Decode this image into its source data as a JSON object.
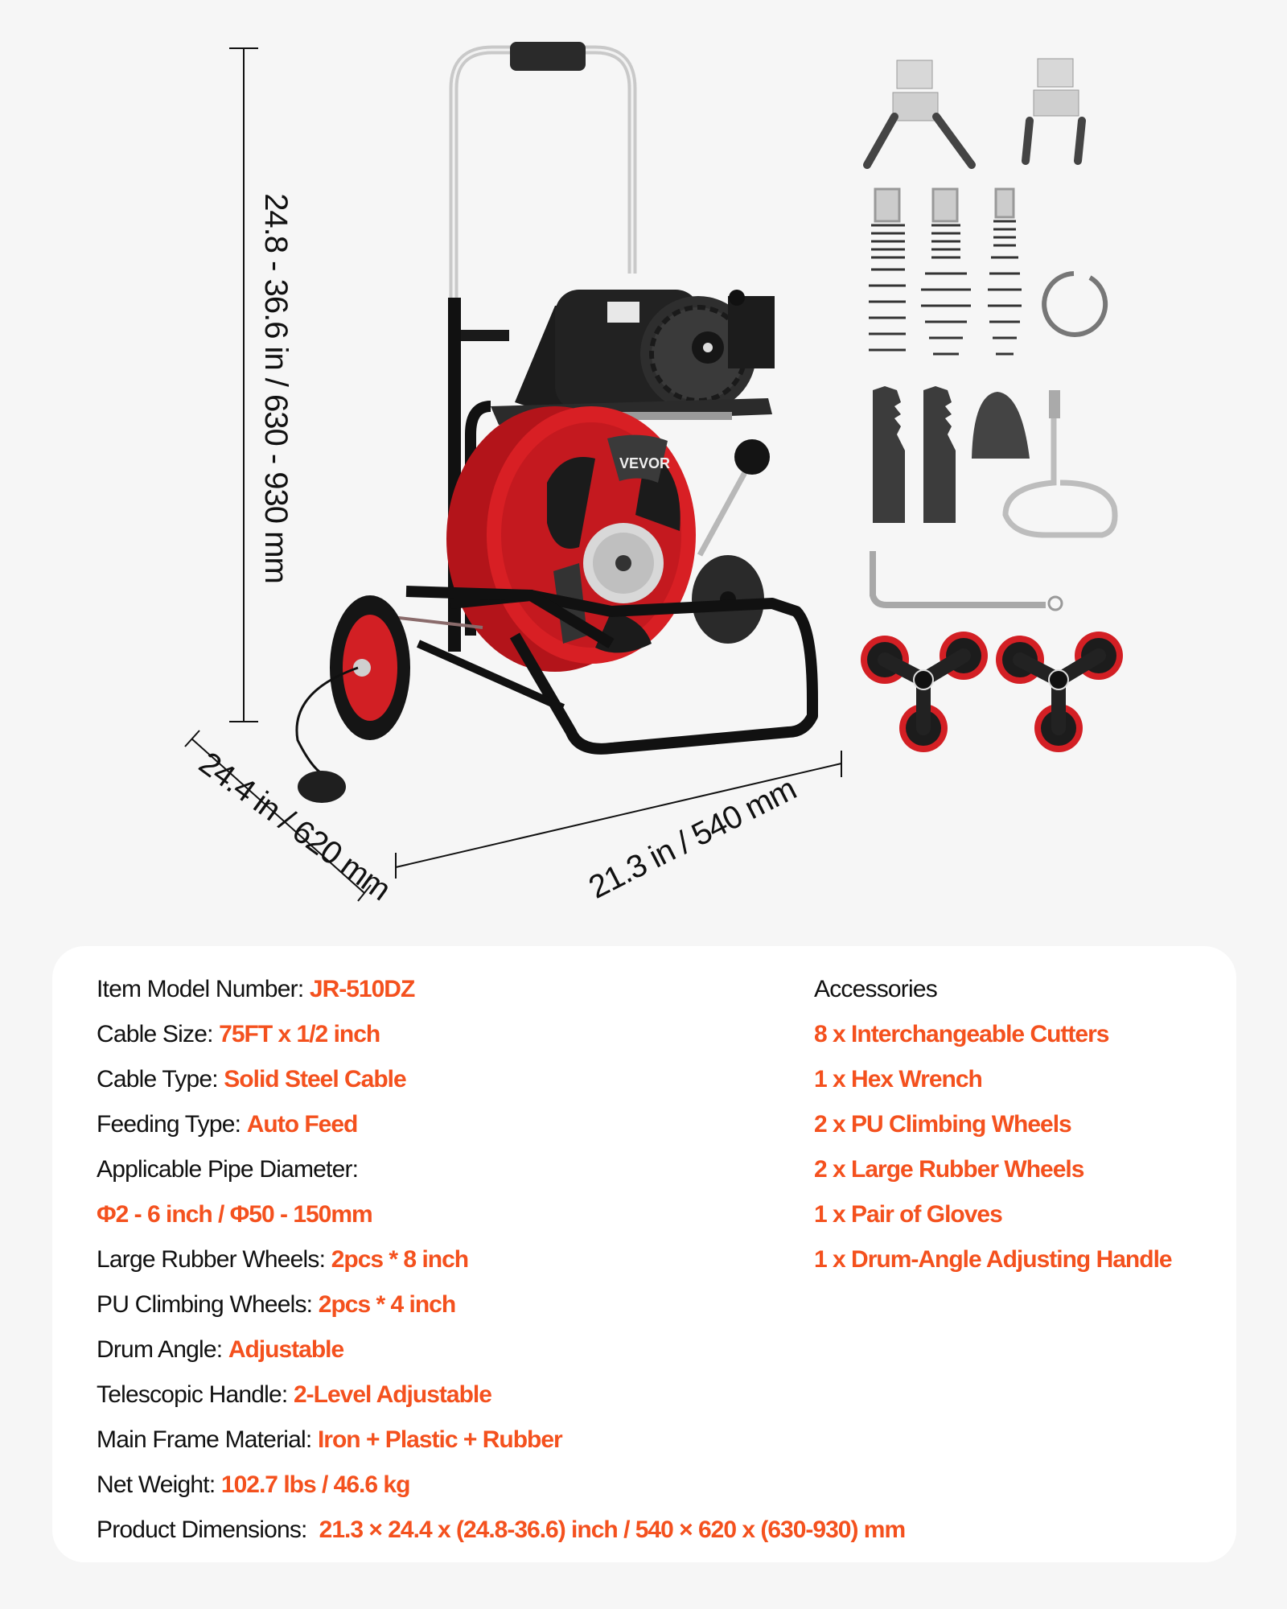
{
  "dimensions": {
    "height": "24.8 - 36.6 in / 630 - 930 mm",
    "depth": "24.4 in / 620 mm",
    "width": "21.3 in / 540 mm"
  },
  "product": {
    "brand_logo": "VEVOR",
    "name": "Drain cleaning machine with reel drum",
    "colors": {
      "drum": "#d01c1c",
      "frame": "#111111",
      "accent": "#f4511e"
    }
  },
  "accessory_images": [
    "two-prong-cutter",
    "u-cutter",
    "spring-auger-1",
    "spring-auger-2",
    "spring-auger-3",
    "c-cutter",
    "saw-blade-1",
    "saw-blade-2",
    "spade-cutter",
    "drum-angle-handle",
    "hex-wrench",
    "climbing-wheel-1",
    "climbing-wheel-2"
  ],
  "specs": [
    {
      "label": "Item Model Number: ",
      "value": "JR-510DZ"
    },
    {
      "label": "Cable Size: ",
      "value": "75FT x 1/2 inch"
    },
    {
      "label": "Cable Type: ",
      "value": "Solid Steel Cable"
    },
    {
      "label": "Feeding Type: ",
      "value": "Auto Feed"
    },
    {
      "label": "Applicable Pipe Diameter:",
      "value": ""
    },
    {
      "label": "",
      "value": "Φ2 - 6 inch / Φ50 - 150mm"
    },
    {
      "label": "Large Rubber Wheels: ",
      "value": "2pcs * 8 inch"
    },
    {
      "label": "PU Climbing Wheels: ",
      "value": "2pcs * 4 inch"
    },
    {
      "label": "Drum Angle: ",
      "value": "Adjustable"
    },
    {
      "label": "Telescopic Handle: ",
      "value": "2-Level Adjustable"
    },
    {
      "label": "Main Frame Material: ",
      "value": "Iron + Plastic + Rubber"
    },
    {
      "label": "Net Weight: ",
      "value": "102.7 lbs / 46.6 kg"
    },
    {
      "label": "Product Dimensions:  ",
      "value": "21.3 × 24.4 x (24.8-36.6) inch / 540 × 620 x (630-930) mm"
    }
  ],
  "accessories": {
    "title": "Accessories",
    "items": [
      "8 x Interchangeable Cutters",
      "1 x Hex Wrench",
      "2 x PU Climbing Wheels",
      "2 x Large Rubber Wheels",
      "1 x Pair of Gloves",
      "1 x Drum-Angle Adjusting Handle"
    ]
  }
}
